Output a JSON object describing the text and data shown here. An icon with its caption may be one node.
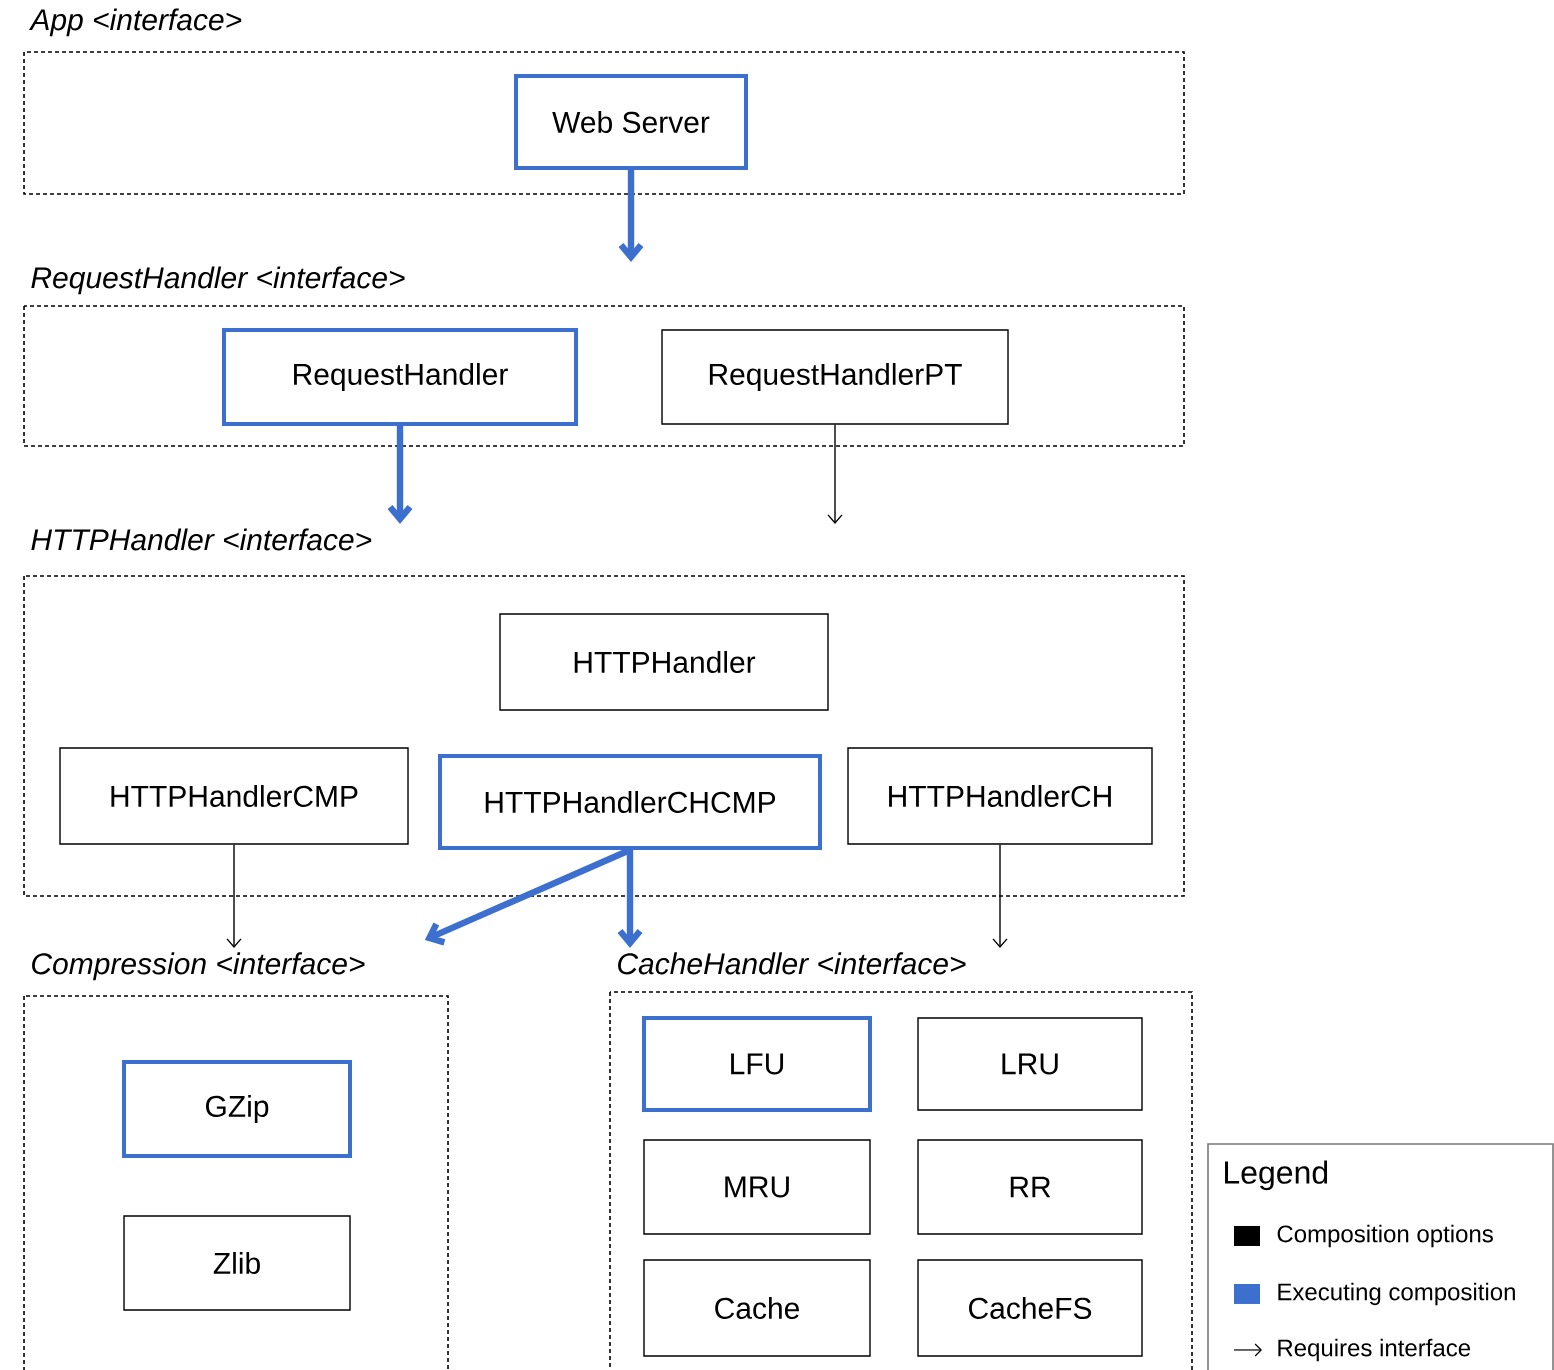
{
  "diagram": {
    "nodes": [
      {
        "text": [
          "App <interface>"
        ]
      },
      {
        "text": [
          "Web Server"
        ],
        "in": 0
      },
      {
        "text": [
          "RequestHandler <interface>"
        ]
      },
      {
        "text": [
          "RequestHandler"
        ],
        "in": 2
      },
      {
        "text": [
          "RequestHandlerPT"
        ],
        "in": 2
      },
      {
        "text": [
          "HTTPHandler <interface>"
        ]
      },
      {
        "text": [
          "HTTPHandler"
        ],
        "in": 5
      },
      {
        "text": [
          "HTTPHandlerCMP"
        ],
        "in": 5
      },
      {
        "text": [
          "HTTPHandlerCHCMP"
        ],
        "in": 5
      },
      {
        "text": [
          "HTTPHandlerCH"
        ],
        "in": 5
      },
      {
        "text": [
          "Compression <interface>"
        ]
      },
      {
        "text": [
          "GZip"
        ],
        "in": 10
      },
      {
        "text": [
          "Zlib"
        ],
        "in": 10
      },
      {
        "text": [
          "CacheHandler <interface>"
        ]
      },
      {
        "text": [
          "LFU"
        ],
        "in": 13
      },
      {
        "text": [
          "LRU"
        ],
        "in": 13
      },
      {
        "text": [
          "MRU"
        ],
        "in": 13
      },
      {
        "text": [
          "RR"
        ],
        "in": 13
      },
      {
        "text": [
          "Cache"
        ],
        "in": 13
      },
      {
        "text": [
          "CacheFS"
        ],
        "in": 13
      }
    ],
    "edges": [
      {
        "from": 1,
        "to": 2,
        "arrow": "to"
      },
      {
        "from": 3,
        "to": 5,
        "arrow": "to"
      },
      {
        "from": 4,
        "to": 5,
        "arrow": "to",
        "color": "#000000"
      },
      {
        "from": 7,
        "to": 10,
        "arrow": "to",
        "color": "#000000"
      },
      {
        "from": 8,
        "to": 10,
        "arrow": "to"
      },
      {
        "from": 8,
        "to": 13,
        "arrow": "to"
      },
      {
        "from": 9,
        "to": 13,
        "arrow": "to",
        "color": "#000000"
      }
    ],
    "labels": [
      "Legend"
    ],
    "legend": [
      {
        "text": "Composition options",
        "color": "#000000"
      },
      {
        "text": "Executing composition",
        "color": "#3d6fce"
      },
      {
        "text": "Requires interface"
      }
    ]
  }
}
